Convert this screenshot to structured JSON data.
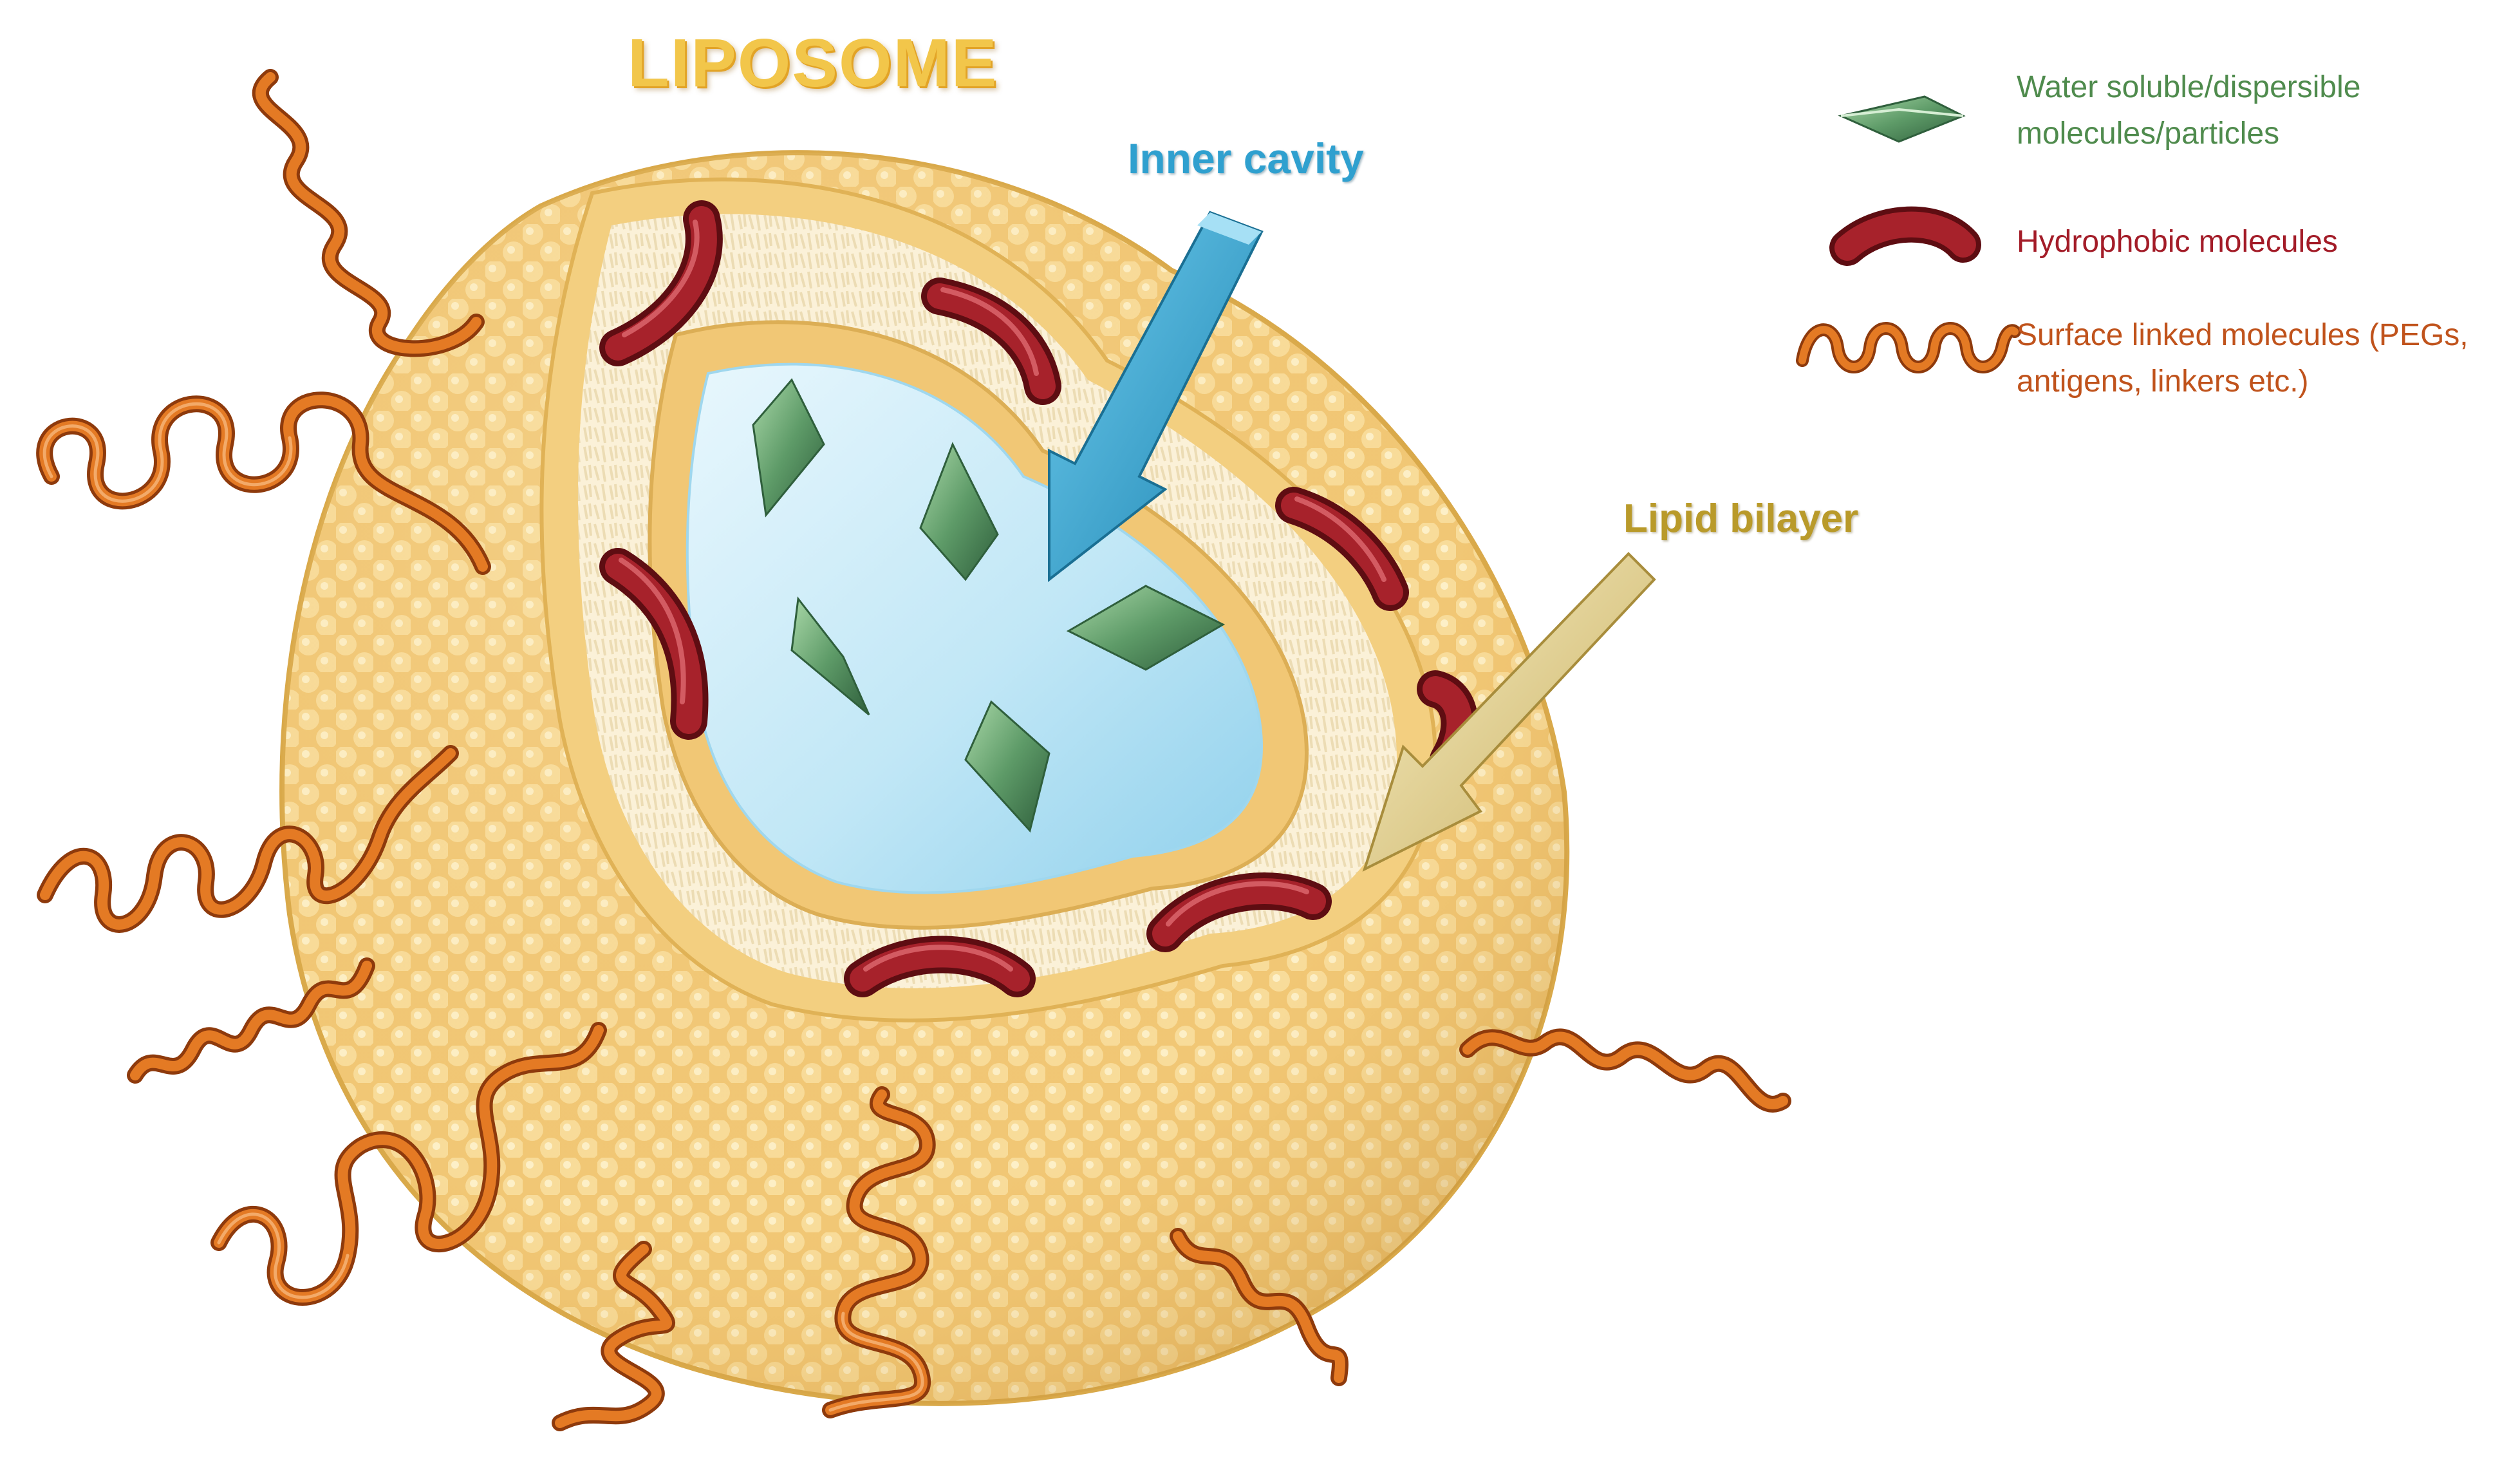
{
  "diagram": {
    "title": "LIPOSOME",
    "labels": {
      "inner_cavity": "Inner cavity",
      "lipid_bilayer": "Lipid bilayer"
    },
    "legend": {
      "water_soluble": "Water soluble/dispersible molecules/particles",
      "hydrophobic": "Hydrophobic molecules",
      "surface_linked": "Surface linked molecules (PEGs, antigens, linkers etc.)"
    },
    "colors": {
      "lipid": "#f0c873",
      "lipid_dark": "#d9a94a",
      "cavity": "#bfe6f5",
      "hydrophobic": "#9c1d22",
      "water_soluble": "#6fae7d",
      "surface_linker": "#d9661c",
      "inner_arrow": "#3aa7cf",
      "bilayer_arrow": "#e6d38a"
    }
  }
}
